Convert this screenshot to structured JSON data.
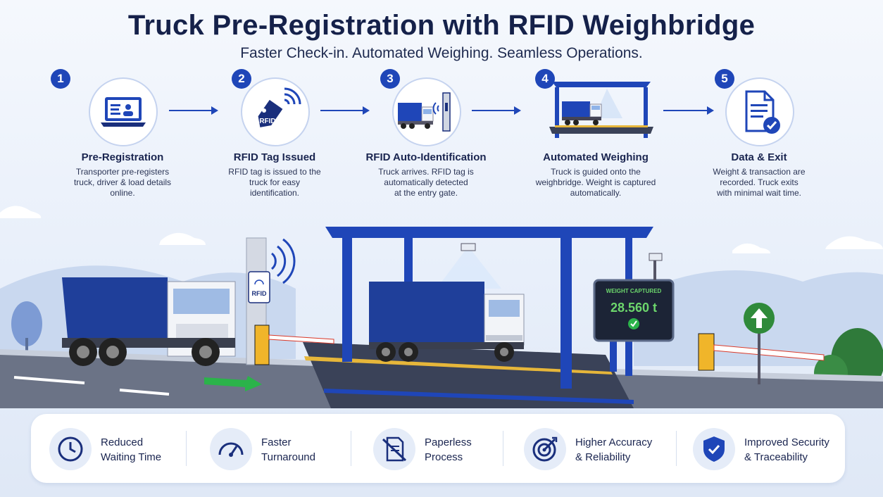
{
  "title": "Truck Pre-Registration with RFID Weighbridge",
  "subtitle": "Faster Check-in. Automated Weighing. Seamless Operations.",
  "steps": [
    {
      "number": "1",
      "title": "Pre-Registration",
      "lines": [
        "Transporter pre-registers",
        "truck, driver & load details",
        "online."
      ],
      "icon": "laptop-icon"
    },
    {
      "number": "2",
      "title": "RFID Tag Issued",
      "lines": [
        "RFID tag is issued to the",
        "truck for easy",
        "identification."
      ],
      "icon": "rfid-tag-icon",
      "icon_label": "RFID"
    },
    {
      "number": "3",
      "title": "RFID Auto-Identification",
      "lines": [
        "Truck arrives. RFID tag is",
        "automatically detected",
        "at the entry gate."
      ],
      "icon": "truck-reader-icon"
    },
    {
      "number": "4",
      "title": "Automated Weighing",
      "lines": [
        "Truck is guided onto the",
        "weighbridge. Weight is captured",
        "automatically."
      ],
      "icon": "weighbridge-icon"
    },
    {
      "number": "5",
      "title": "Data & Exit",
      "lines": [
        "Weight & transaction are",
        "recorded. Truck exits",
        "with minimal wait time."
      ],
      "icon": "document-check-icon"
    }
  ],
  "scene": {
    "rfid_label": "RFID",
    "display_heading": "WEIGHT CAPTURED",
    "display_value": "28.560 t"
  },
  "benefits": [
    {
      "lines": [
        "Reduced",
        "Waiting Time"
      ],
      "icon": "clock-icon"
    },
    {
      "lines": [
        "Faster",
        "Turnaround"
      ],
      "icon": "speedometer-icon"
    },
    {
      "lines": [
        "Paperless",
        "Process"
      ],
      "icon": "no-paper-icon"
    },
    {
      "lines": [
        "Higher Accuracy",
        "& Reliability"
      ],
      "icon": "target-icon"
    },
    {
      "lines": [
        "Improved Security",
        "& Traceability"
      ],
      "icon": "shield-check-icon"
    }
  ],
  "colors": {
    "primary": "#1f46b8",
    "navy": "#15214a",
    "accent_green": "#2bb34a",
    "barrier_red": "#d93a2b"
  }
}
